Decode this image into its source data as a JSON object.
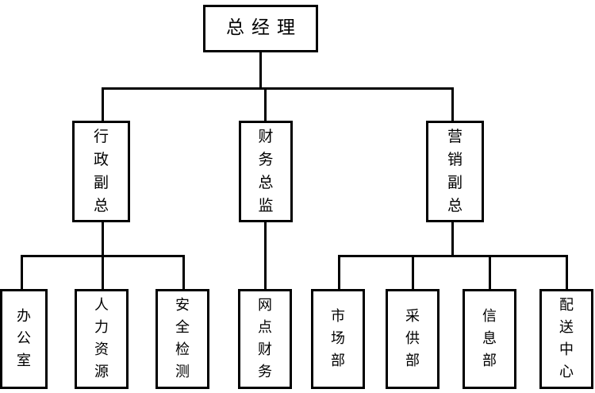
{
  "chart": {
    "title": "总经理",
    "type": "org-chart",
    "orientation": "top-down",
    "line_color": "#000000",
    "box_border_color": "#000000",
    "background_color": "#ffffff",
    "levels": 3
  },
  "root": {
    "label": "总经理",
    "text_direction": "horizontal"
  },
  "level2": [
    {
      "label": "行\n政\n副\n总",
      "plain": "行政副总",
      "text_direction": "vertical"
    },
    {
      "label": "财\n务\n总\n监",
      "plain": "财务总监",
      "text_direction": "vertical"
    },
    {
      "label": "营\n销\n副\n总",
      "plain": "营销副总",
      "text_direction": "vertical"
    }
  ],
  "level3": [
    {
      "label": "办\n公\n室",
      "plain": "办公室",
      "parent": "行政副总",
      "text_direction": "vertical"
    },
    {
      "label": "人\n力\n资\n源",
      "plain": "人力资源",
      "parent": "行政副总",
      "text_direction": "vertical"
    },
    {
      "label": "安\n全\n检\n测",
      "plain": "安全检测",
      "parent": "行政副总",
      "text_direction": "vertical"
    },
    {
      "label": "网\n点\n财\n务",
      "plain": "网点财务",
      "parent": "财务总监",
      "text_direction": "vertical"
    },
    {
      "label": "市\n场\n部",
      "plain": "市场部",
      "parent": "营销副总",
      "text_direction": "vertical"
    },
    {
      "label": "采\n供\n部",
      "plain": "采供部",
      "parent": "营销副总",
      "text_direction": "vertical"
    },
    {
      "label": "信\n息\n部",
      "plain": "信息部",
      "parent": "营销副总",
      "text_direction": "vertical"
    },
    {
      "label": "配\n送\n中\n心",
      "plain": "配送中心",
      "parent": "营销副总",
      "text_direction": "vertical"
    }
  ]
}
